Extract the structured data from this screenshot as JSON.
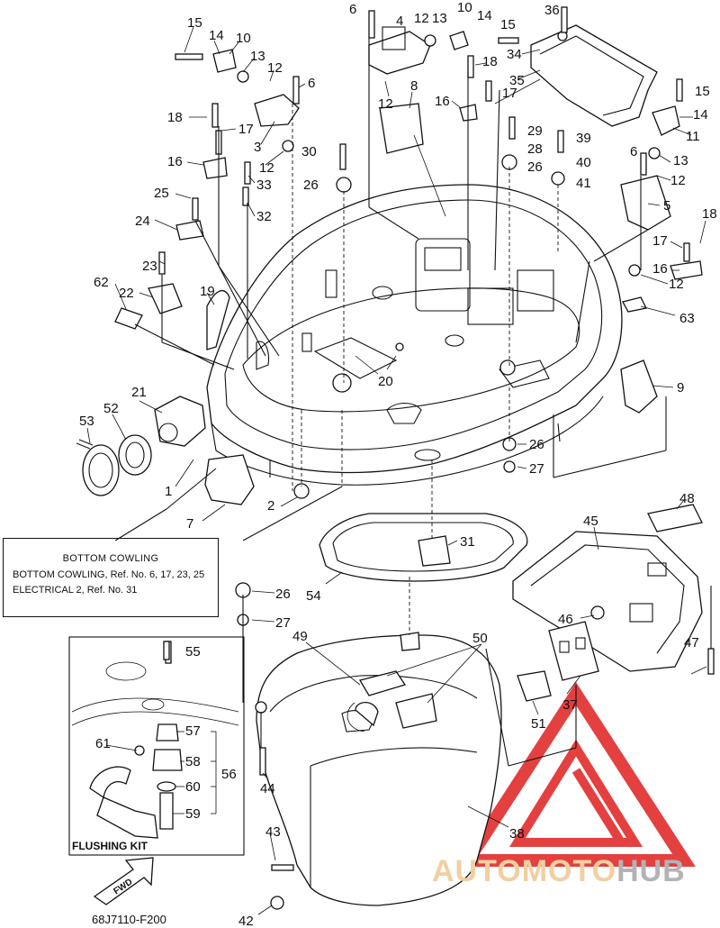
{
  "callouts": {
    "c15a": "15",
    "c14a": "14",
    "c10a": "10",
    "c13a": "13",
    "c12a": "12",
    "c6a": "6",
    "c18a": "18",
    "c17a": "17",
    "c3": "3",
    "c12b": "12",
    "c16a": "16",
    "c33": "33",
    "c25": "25",
    "c32": "32",
    "c24": "24",
    "c23": "23",
    "c62": "62",
    "c22": "22",
    "c19": "19",
    "c6b": "6",
    "c4": "4",
    "c12c": "12",
    "c13b": "13",
    "c10b": "10",
    "c14b": "14",
    "c15b": "15",
    "c18b": "18",
    "c12d": "12",
    "c8": "8",
    "c16b": "16",
    "c17b": "17",
    "c36": "36",
    "c34": "34",
    "c35": "35",
    "c15c": "15",
    "c14c": "14",
    "c11": "11",
    "c29": "29",
    "c28": "28",
    "c26a": "26",
    "c39": "39",
    "c40": "40",
    "c41": "41",
    "c30": "30",
    "c26b": "26",
    "c6c": "6",
    "c13c": "13",
    "c12e": "12",
    "c5": "5",
    "c18c": "18",
    "c17c": "17",
    "c16c": "16",
    "c12f": "12",
    "c63": "63",
    "c20": "20",
    "c9": "9",
    "c21": "21",
    "c52": "52",
    "c53": "53",
    "c1": "1",
    "c2": "2",
    "c7": "7",
    "c26c": "26",
    "c27a": "27",
    "c48": "48",
    "c45": "45",
    "c31": "31",
    "c54": "54",
    "c26d": "26",
    "c27b": "27",
    "c46": "46",
    "c49": "49",
    "c50": "50",
    "c47": "47",
    "c37": "37",
    "c51": "51",
    "c55": "55",
    "c57": "57",
    "c61": "61",
    "c58": "58",
    "c56": "56",
    "c60": "60",
    "c59": "59",
    "c44": "44",
    "c38": "38",
    "c43": "43",
    "c42": "42"
  },
  "reference_box": {
    "title": "BOTTOM COWLING",
    "row1": "BOTTOM COWLING,   Ref. No. 6, 17, 23, 25",
    "row2": "ELECTRICAL 2,   Ref. No. 31"
  },
  "flushing_kit_label": "FLUSHING KIT",
  "fwd_label": "FWD",
  "figure_code": "68J7110-F200",
  "watermark": {
    "part1": "AUTOMOTO",
    "part2": "HUB"
  },
  "colors": {
    "line": "#111111",
    "watermark_red": "#e01f1f",
    "watermark_orange": "#f2cfa2",
    "watermark_gray": "#b3b3b3"
  }
}
